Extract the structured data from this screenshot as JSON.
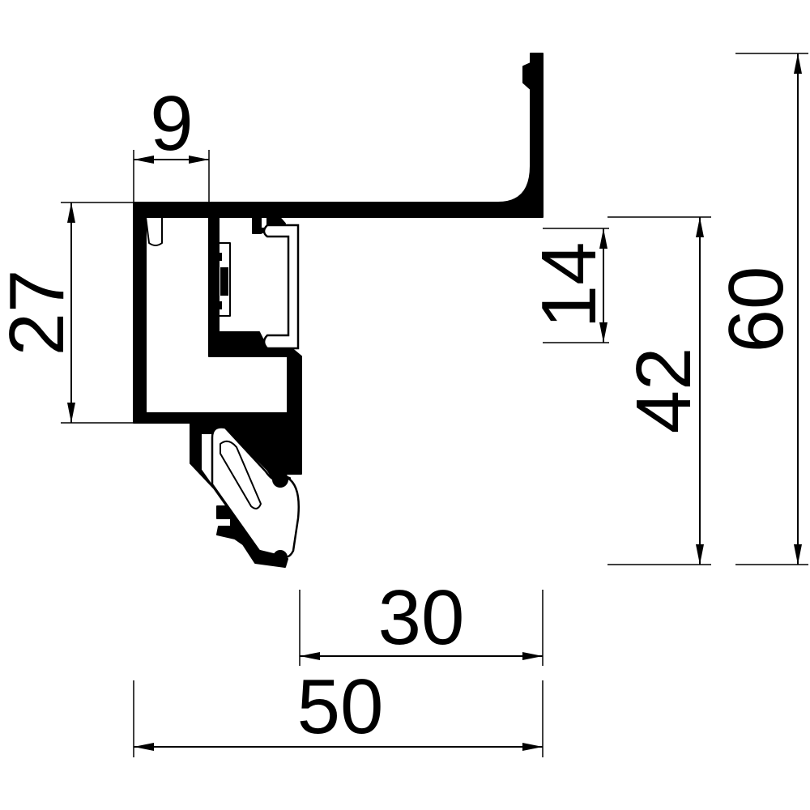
{
  "dimensions": {
    "width_top_flange": "9",
    "height_left": "27",
    "height_opening": "14",
    "height_body": "42",
    "height_total": "60",
    "width_inner": "30",
    "width_total": "50"
  }
}
